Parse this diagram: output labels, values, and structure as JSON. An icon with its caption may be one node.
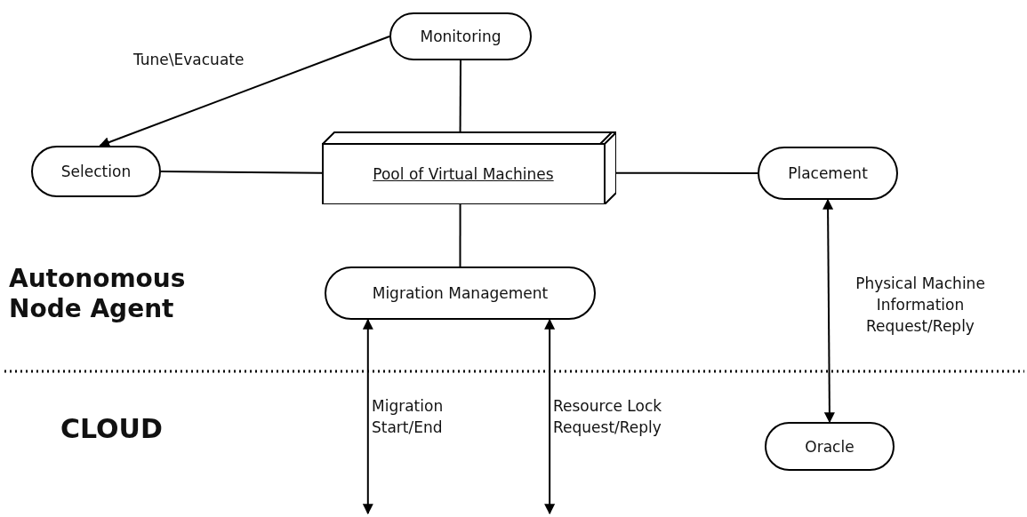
{
  "diagram": {
    "nodes": [
      {
        "text": [
          "Monitoring"
        ]
      },
      {
        "text": [
          "Selection"
        ]
      },
      {
        "text": [
          "Pool of Virtual Machines"
        ]
      },
      {
        "text": [
          "Placement"
        ]
      },
      {
        "text": [
          "Migration Management"
        ]
      },
      {
        "text": [
          "Oracle"
        ]
      }
    ],
    "edges": [
      {
        "from": 0,
        "to": 1,
        "arrow": "to",
        "label": "Tune\\Evacuate"
      },
      {
        "from": 0,
        "to": 2,
        "arrow": "none"
      },
      {
        "from": 1,
        "to": 2,
        "arrow": "none"
      },
      {
        "from": 2,
        "to": 3,
        "arrow": "none"
      },
      {
        "from": 2,
        "to": 4,
        "arrow": "none"
      },
      {
        "from": 3,
        "to": 5,
        "arrow": "both",
        "label": "Physical Machine Information Request/Reply"
      },
      {
        "from": 4,
        "to": null,
        "arrow": "both",
        "label": "Migration Start/End"
      },
      {
        "from": 4,
        "to": null,
        "arrow": "both",
        "label": "Resource Lock Request/Reply"
      }
    ],
    "labels": [
      "Autonomous Node Agent",
      "CLOUD"
    ]
  }
}
